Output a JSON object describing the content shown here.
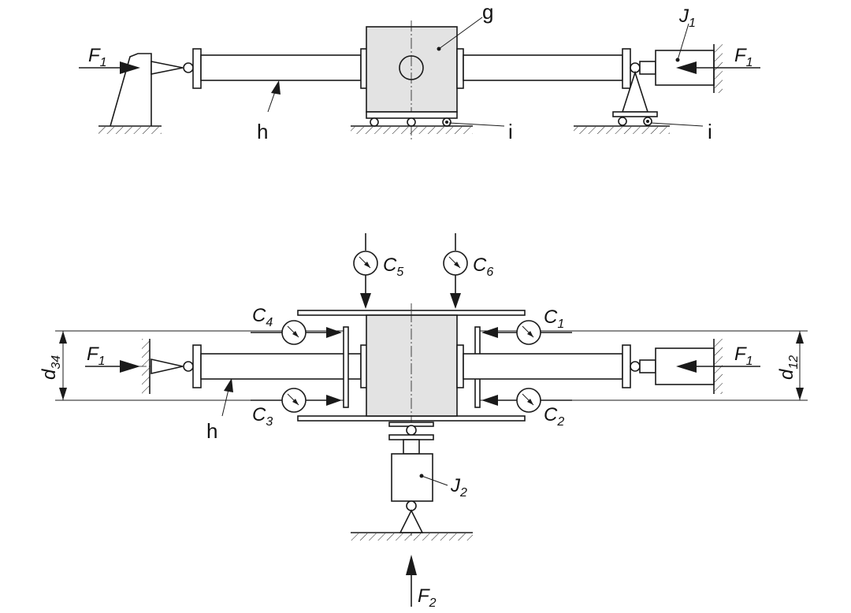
{
  "figure": {
    "top": {
      "force_left": {
        "sym": "F",
        "sub": "1"
      },
      "force_right": {
        "sym": "F",
        "sub": "1"
      },
      "jack": {
        "sym": "J",
        "sub": "1"
      },
      "label_g": "g",
      "label_h": "h",
      "label_i_center": "i",
      "label_i_right": "i"
    },
    "bottom": {
      "gauges": [
        {
          "sym": "C",
          "sub": "5"
        },
        {
          "sym": "C",
          "sub": "6"
        },
        {
          "sym": "C",
          "sub": "4"
        },
        {
          "sym": "C",
          "sub": "1"
        },
        {
          "sym": "C",
          "sub": "3"
        },
        {
          "sym": "C",
          "sub": "2"
        }
      ],
      "force_left": {
        "sym": "F",
        "sub": "1"
      },
      "force_right": {
        "sym": "F",
        "sub": "1"
      },
      "force_bottom": {
        "sym": "F",
        "sub": "2"
      },
      "jack": {
        "sym": "J",
        "sub": "2"
      },
      "dim_left": {
        "sym": "d",
        "sub": "34"
      },
      "dim_right": {
        "sym": "d",
        "sub": "12"
      },
      "label_h": "h"
    }
  }
}
